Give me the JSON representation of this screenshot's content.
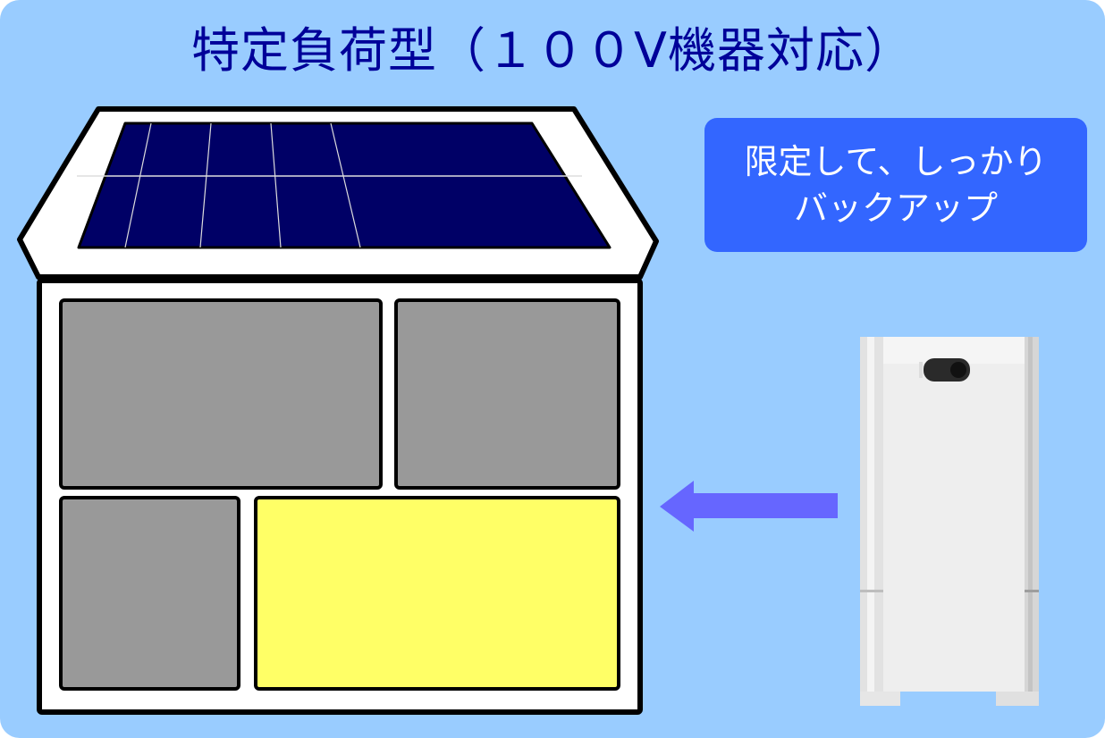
{
  "title": "特定負荷型（１００V機器対応）",
  "callout": {
    "line1": "限定して、しっかり",
    "line2": "バックアップ"
  },
  "colors": {
    "background": "#99CCFF",
    "title_text": "#000099",
    "callout_bg": "#3366FF",
    "callout_text": "#FFFFFF",
    "solar_panel": "#000066",
    "room_unpowered": "#999999",
    "room_backed_up": "#FFFF66",
    "arrow": "#6666FF",
    "battery_body": "#EEEEEE"
  },
  "diagram": {
    "house": {
      "roof": {
        "has_solar_panel": true,
        "panel_grid": {
          "rows": 2,
          "cols": 5
        }
      },
      "rooms": [
        {
          "id": "room-top-left",
          "state": "not-backed-up"
        },
        {
          "id": "room-top-right",
          "state": "not-backed-up"
        },
        {
          "id": "room-bottom-left",
          "state": "not-backed-up"
        },
        {
          "id": "room-bottom-right",
          "state": "backed-up"
        }
      ]
    },
    "arrow": {
      "direction": "left",
      "from": "storage-battery",
      "to": "house"
    },
    "battery": {
      "icon": "storage-battery-icon"
    }
  }
}
